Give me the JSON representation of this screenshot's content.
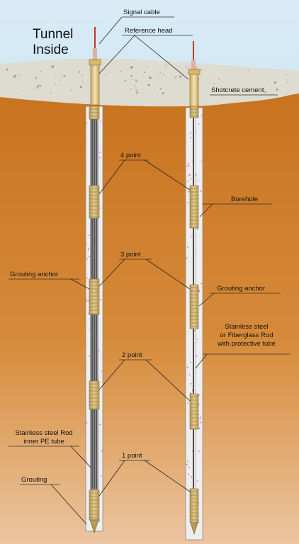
{
  "labels": {
    "tunnel_inside": "Tunnel\nInside",
    "signal_cable": "Signal cable",
    "reference_head": "Reference head",
    "shotcrete_cement": "Shotcrete cement",
    "point_4": "4 point",
    "borehole": "Borehole",
    "point_3": "3 point",
    "grouting_anchor_left": "Grouting anchor",
    "grouting_anchor_right": "Grouting anchor",
    "stainless_rod_fiberglass": "Stainless steel\nor Fiberglass Rod\nwith protective tube",
    "point_2": "2 point",
    "stainless_rod_pe": "Stainless steel Rod\ninner PE tube",
    "point_1": "1 point",
    "grouting": "Grouting"
  },
  "colors": {
    "sky_top": "#d9ecf6",
    "sky_bottom": "#a9cfe5",
    "shotcrete": "#dedbd0",
    "soil_top": "#c8731f",
    "soil_mid": "#d68b3a",
    "soil_bottom": "#ecc5a0",
    "borehole_fill": "#eeeeee",
    "rod": "#4a4a4a",
    "anchor": "#e4c98a",
    "anchor_dark": "#b89a55",
    "cable": "#c0392b"
  }
}
